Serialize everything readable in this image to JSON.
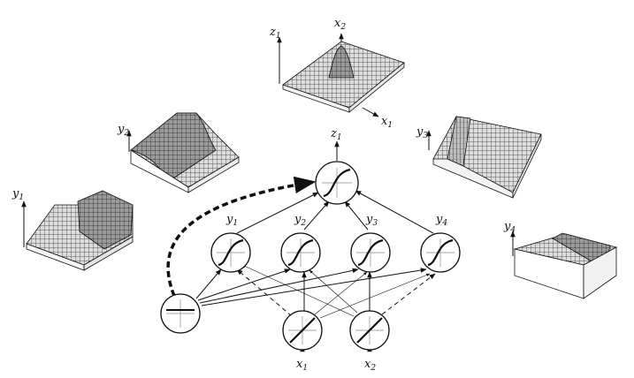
{
  "labels": {
    "z1_top_axis": "z",
    "z1_top_axis_sub": "1",
    "x2_top_axis": "x",
    "x2_top_axis_sub": "2",
    "x1_top_axis": "x",
    "x1_top_axis_sub": "1",
    "y2_surface": "y",
    "y2_surface_sub": "2",
    "y3_surface": "y",
    "y3_surface_sub": "3",
    "y1_surface": "y",
    "y1_surface_sub": "1",
    "y4_surface": "y",
    "y4_surface_sub": "4",
    "z1_node": "z",
    "z1_node_sub": "1",
    "y1_node": "y",
    "y1_node_sub": "1",
    "y2_node": "y",
    "y2_node_sub": "2",
    "y3_node": "y",
    "y3_node_sub": "3",
    "y4_node": "y",
    "y4_node_sub": "4",
    "x1_input": "x",
    "x1_input_sub": "1",
    "x2_input": "x",
    "x2_input_sub": "2"
  }
}
